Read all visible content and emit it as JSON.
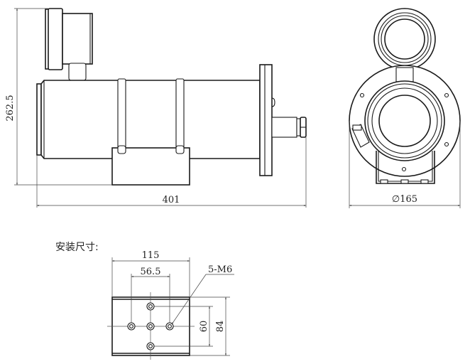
{
  "side_view": {
    "height_label": "262.5",
    "length_label": "401"
  },
  "front_view": {
    "diameter_label": "∅165"
  },
  "mounting": {
    "title": "安装尺寸:",
    "width_label": "115",
    "hole_spacing_h_label": "56.5",
    "hole_callout": "5-M6",
    "hole_spacing_v_label": "60",
    "height_label": "84"
  },
  "colors": {
    "line": "#1a1a1a",
    "background": "#ffffff"
  }
}
